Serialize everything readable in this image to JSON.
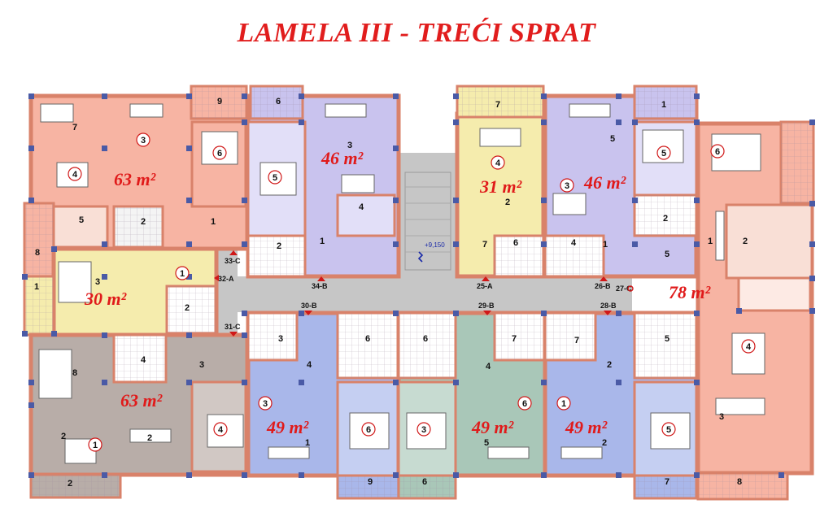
{
  "title": "LAMELA III - TREĆI SPRAT",
  "colors": {
    "salmon": "#f7b4a3",
    "violet": "#c9c3ee",
    "yellow": "#f5ecad",
    "taupe": "#b8ada8",
    "blue": "#a9b7ea",
    "green": "#a9c7b8",
    "corridor": "#c6c6c6",
    "wall": "#d9826a",
    "pillar": "#4a5aa6",
    "area_text": "#e01a1a"
  },
  "apartments": [
    {
      "id": "ap-nw-salmon",
      "area": "63 m²",
      "color": "salmon"
    },
    {
      "id": "ap-n-violet",
      "area": "46 m²",
      "color": "violet"
    },
    {
      "id": "ap-n-yellow",
      "area": "31 m²",
      "color": "yellow"
    },
    {
      "id": "ap-ne-violet",
      "area": "46 m²",
      "color": "violet"
    },
    {
      "id": "ap-w-yellow",
      "area": "30 m²",
      "color": "yellow"
    },
    {
      "id": "ap-e-salmon",
      "area": "78 m²",
      "color": "salmon"
    },
    {
      "id": "ap-sw-taupe",
      "area": "63 m²",
      "color": "taupe"
    },
    {
      "id": "ap-s-blue-1",
      "area": "49 m²",
      "color": "blue"
    },
    {
      "id": "ap-s-green",
      "area": "49 m²",
      "color": "green"
    },
    {
      "id": "ap-s-blue-2",
      "area": "49 m²",
      "color": "blue"
    }
  ],
  "door_labels": [
    "33-C",
    "32-A",
    "31-C",
    "34-B",
    "30-B",
    "25-A",
    "29-B",
    "26-B",
    "28-B",
    "27-C"
  ],
  "elevation": "+9,150",
  "room_numbers": [
    "9",
    "6",
    "7",
    "3",
    "6",
    "3",
    "5",
    "4",
    "1",
    "2",
    "5",
    "8",
    "4",
    "3",
    "1",
    "2",
    "1",
    "2",
    "7",
    "1",
    "6",
    "4",
    "5",
    "2",
    "5",
    "3",
    "7",
    "6",
    "4",
    "1",
    "2",
    "5",
    "1",
    "2",
    "1",
    "3",
    "4",
    "8",
    "4",
    "3",
    "6",
    "4",
    "3",
    "6",
    "7",
    "6",
    "4",
    "3",
    "6",
    "7",
    "5",
    "2",
    "1",
    "5",
    "2",
    "1",
    "5",
    "2",
    "1",
    "2",
    "9",
    "6",
    "7",
    "2",
    "8",
    "3",
    "4"
  ]
}
